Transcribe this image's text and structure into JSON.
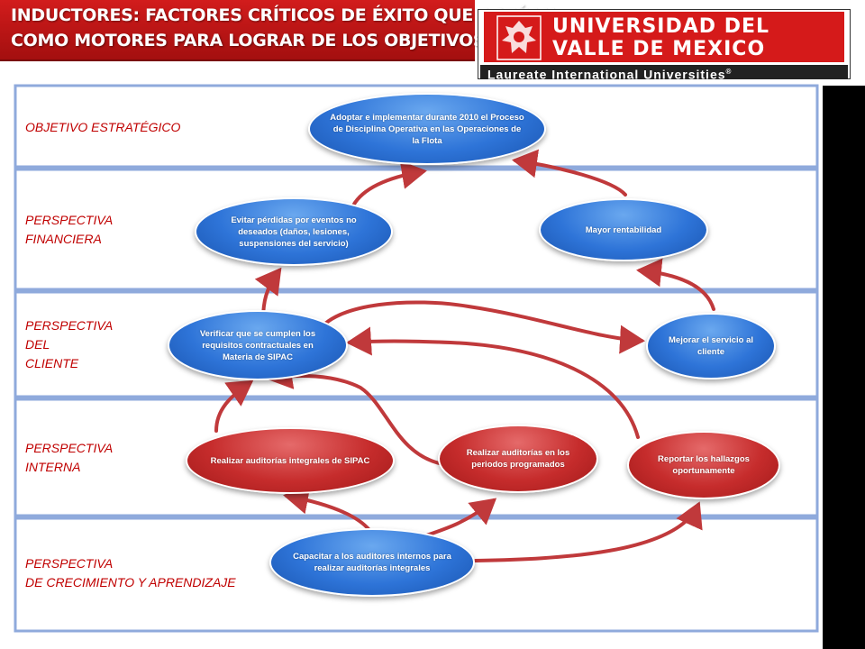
{
  "header": {
    "title_line1": "INDUCTORES: FACTORES CRÍTICOS DE ÉXITO QUE ACTÚAN",
    "title_line2": "COMO MOTORES  PARA LOGRAR DE LOS OBJETIVOS"
  },
  "logo": {
    "line1": "UNIVERSIDAD DEL",
    "line2": "VALLE DE MEXICO",
    "tagline": "Laureate International Universities",
    "registered_mark": "®"
  },
  "bands": [
    {
      "label": "OBJETIVO ESTRATÉGICO"
    },
    {
      "label": "PERSPECTIVA\nFINANCIERA"
    },
    {
      "label": "PERSPECTIVA\nDEL\nCLIENTE"
    },
    {
      "label": "PERSPECTIVA\nINTERNA"
    },
    {
      "label": "PERSPECTIVA\nDE CRECIMIENTO Y APRENDIZAJE"
    }
  ],
  "nodes": {
    "objetivo": "Adoptar e implementar durante 2010 el Proceso de Disciplina Operativa en las Operaciones de la Flota",
    "evitar_perdidas": "Evitar pérdidas por eventos no deseados (daños, lesiones, suspensiones del servicio)",
    "mayor_rentabilidad": "Mayor rentabilidad",
    "verificar": "Verificar que se cumplen los requisitos contractuales en Materia de SIPAC",
    "mejorar_servicio": "Mejorar el servicio al cliente",
    "realizar_integrales": "Realizar auditorías integrales de SIPAC",
    "realizar_periodos": "Realizar auditorías en los periodos programados",
    "reportar": "Reportar los hallazgos oportunamente",
    "capacitar": "Capacitar a los auditores internos para realizar auditorías integrales"
  },
  "colors": {
    "header_red": "#c41616",
    "band_border": "#8faadc",
    "label_red": "#c00000",
    "node_blue": "#2e74d8",
    "node_red": "#c62c2c",
    "arrow": "#c0393b"
  }
}
